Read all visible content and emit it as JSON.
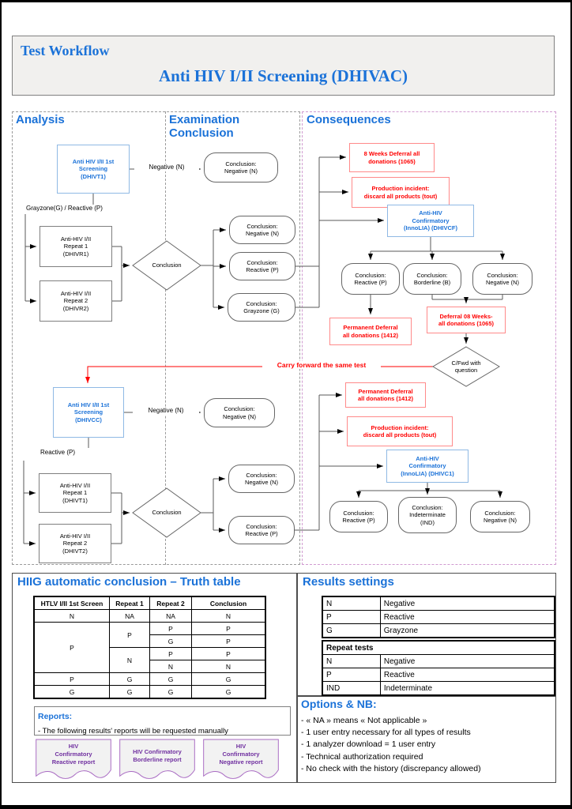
{
  "title": {
    "line1": "Test Workflow",
    "line2": "Anti HIV I/II Screening (DHIVAC)"
  },
  "sections": {
    "analysis": "Analysis",
    "examination": "Examination\nConclusion",
    "consequences": "Consequences"
  },
  "flow1": {
    "screening": "Anti HIV I/II 1st\nScreening\n(DHIVT1)",
    "edge_negative": "Negative (N)",
    "concl_negative_top": "Conclusion:\nNegative (N)",
    "edge_grayzone_reactive": "Grayzone(G) / Reactive (P)",
    "repeat1": "Anti-HIV I/II\nRepeat 1\n(DHIVR1)",
    "repeat2": "Anti-HIV I/II\nRepeat 2\n(DHIVR2)",
    "decision": "Conclusion",
    "concl_negative": "Conclusion:\nNegative (N)",
    "concl_reactive": "Conclusion:\nReactive (P)",
    "concl_grayzone": "Conclusion:\nGrayzone (G)"
  },
  "cons1": {
    "deferral8w": "8 Weeks Deferral all\ndonations (1065)",
    "production": "Production incident:\ndiscard all products (tout)",
    "confirmatory": "Anti-HIV\nConfirmatory\n(InnoLIA) (DHIVCF)",
    "concl_reactive": "Conclusion:\nReactive (P)",
    "concl_borderline": "Conclusion:\nBorderline (B)",
    "concl_negative": "Conclusion:\nNegative (N)",
    "permanent_deferral": "Permanent Deferral\nall donations (1412)",
    "deferral08w": "Deferral 08 Weeks-\nall donations (1065)",
    "cfwd": "C/Fwd with\nquestion"
  },
  "carry_forward": "Carry forward the same test",
  "flow2": {
    "screening": "Anti HIV I/II 1st\nScreening\n(DHIVCC)",
    "edge_negative": "Negative (N)",
    "concl_negative_top": "Conclusion:\nNegative (N)",
    "edge_reactive": "Reactive (P)",
    "repeat1": "Anti-HIV I/II\nRepeat 1\n(DHIVT1)",
    "repeat2": "Anti-HIV I/II\nRepeat 2\n(DHIVT2)",
    "decision": "Conclusion",
    "concl_negative": "Conclusion:\nNegative (N)",
    "concl_reactive": "Conclusion:\nReactive (P)"
  },
  "cons2": {
    "permanent_deferral": "Permanent Deferral\nall donations (1412)",
    "production": "Production incident:\ndiscard all products (tout)",
    "confirmatory": "Anti-HIV\nConfirmatory\n(InnoLIA) (DHIVC1)",
    "concl_reactive": "Conclusion:\nReactive (P)",
    "concl_indeterminate": "Conclusion:\nIndeterminate\n(IND)",
    "concl_negative": "Conclusion:\nNegative (N)"
  },
  "truth_table": {
    "title": "HIIG automatic conclusion – Truth table",
    "headers": [
      "HTLV I/II 1st Screen",
      "Repeat 1",
      "Repeat 2",
      "Conclusion"
    ],
    "rows": [
      [
        "N",
        "NA",
        "NA",
        "N"
      ],
      [
        "P",
        "P",
        "P",
        "P"
      ],
      [
        "G",
        "P"
      ],
      [
        "N",
        "P",
        "P"
      ],
      [
        "N",
        "N"
      ],
      [
        "P",
        "G",
        "G",
        "G"
      ],
      [
        "G",
        "G",
        "G",
        "G"
      ]
    ]
  },
  "reports": {
    "title": "Reports:",
    "note": "- The following results' reports will be requested manually",
    "docs": [
      "HIV\nConfirmatory\nReactive report",
      "HIV Confirmatory\nBorderline report",
      "HIV\nConfirmatory\nNegative report"
    ]
  },
  "results_settings": {
    "title": "Results settings",
    "codes": [
      [
        "N",
        "Negative"
      ],
      [
        "P",
        "Reactive"
      ],
      [
        "G",
        "Grayzone"
      ]
    ],
    "repeat_header": "Repeat tests",
    "repeat_codes": [
      [
        "N",
        "Negative"
      ],
      [
        "P",
        "Reactive"
      ],
      [
        "IND",
        "Indeterminate"
      ]
    ]
  },
  "options": {
    "title": "Options & NB:",
    "items_text": "- « NA » means « Not applicable »\n- 1 user entry necessary for all types of results\n- 1 analyzer download = 1 user entry\n- Technical authorization required\n- No check with the history (discrepancy allowed)"
  },
  "colors": {
    "accent_blue": "#1b72d8",
    "red": "#ff0000",
    "purple": "#7030a0",
    "panel_purple_dash": "#d09ad0"
  }
}
